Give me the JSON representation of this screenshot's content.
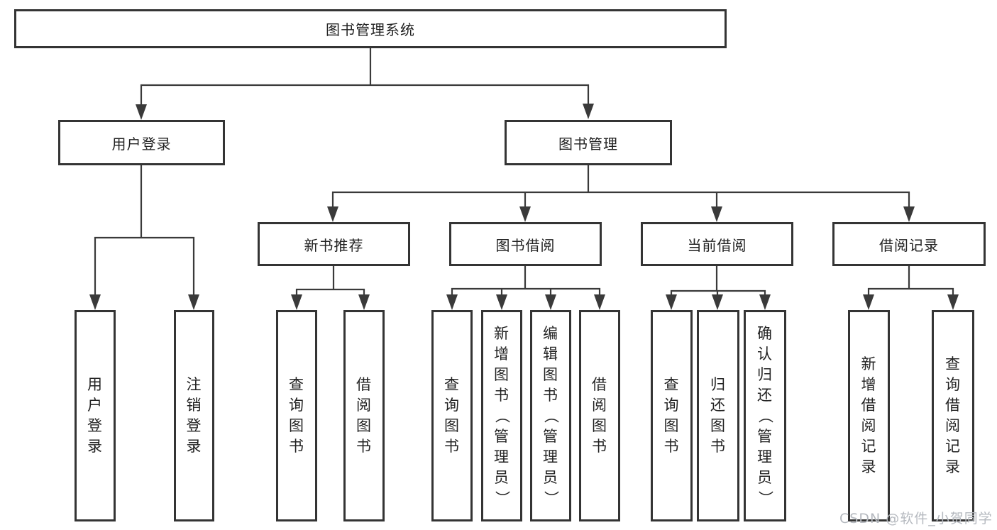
{
  "diagram": {
    "root": {
      "label": "图书管理系统"
    },
    "level2": [
      {
        "label": "用户登录"
      },
      {
        "label": "图书管理"
      }
    ],
    "level3": [
      {
        "label": "新书推荐"
      },
      {
        "label": "图书借阅"
      },
      {
        "label": "当前借阅"
      },
      {
        "label": "借阅记录"
      }
    ],
    "leaves": {
      "login": [
        "用户登录",
        "注销登录"
      ],
      "recommend": [
        "查询图书",
        "借阅图书"
      ],
      "borrow": [
        "查询图书",
        "新增图书（管理员）",
        "编辑图书（管理员）",
        "借阅图书"
      ],
      "current": [
        "查询图书",
        "归还图书",
        "确认归还（管理员）"
      ],
      "records": [
        "新增借阅记录",
        "查询借阅记录"
      ]
    }
  },
  "watermark": {
    "text": "CSDN @软件_小贺同学"
  },
  "colors": {
    "line": "#3a3a3a",
    "box_border": "#343434",
    "text": "#222222",
    "watermark": "#b5b9bf",
    "background": "#ffffff"
  }
}
